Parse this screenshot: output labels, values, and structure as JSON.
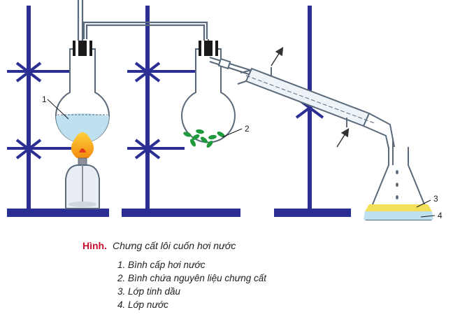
{
  "colors": {
    "stand": "#2b2f94",
    "glass": "#5a6a7a",
    "water": "#bfe0ee",
    "material": "#1e9a3c",
    "oil": "#f2e05a",
    "flame": "#f59a1a",
    "caption_label": "#c8102e"
  },
  "icons": [
    "retort-stand-icon",
    "flask-icon",
    "alcohol-lamp-icon",
    "condenser-icon",
    "conical-flask-icon",
    "arrow-icon"
  ],
  "callouts": [
    {
      "number": "1"
    },
    {
      "number": "2"
    },
    {
      "number": "3"
    },
    {
      "number": "4"
    }
  ],
  "caption": {
    "label": "Hình.",
    "title": "Chưng cất lôi cuốn hơi nước"
  },
  "legend": [
    "1. Bình cấp hơi nước",
    "2. Bình chứa nguyên liệu chưng cất",
    "3. Lớp tinh dầu",
    "4. Lớp nước"
  ]
}
